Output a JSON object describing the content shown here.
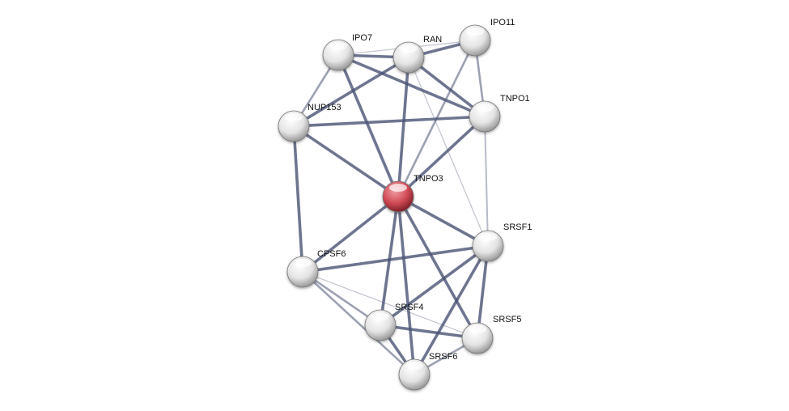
{
  "network": {
    "query_protein": "TNPO3",
    "colors": {
      "query_node": "#c9464e",
      "node": "#e6e6e6",
      "edge": "#4a5373"
    },
    "nodes": [
      {
        "id": "IPO7",
        "label": "IPO7"
      },
      {
        "id": "RAN",
        "label": "RAN"
      },
      {
        "id": "IPO11",
        "label": "IPO11"
      },
      {
        "id": "TNPO1",
        "label": "TNPO1"
      },
      {
        "id": "NUP153",
        "label": "NUP153"
      },
      {
        "id": "TNPO3",
        "label": "TNPO3"
      },
      {
        "id": "SRSF1",
        "label": "SRSF1"
      },
      {
        "id": "CPSF6",
        "label": "CPSF6"
      },
      {
        "id": "SRSF4",
        "label": "SRSF4"
      },
      {
        "id": "SRSF5",
        "label": "SRSF5"
      },
      {
        "id": "SRSF6",
        "label": "SRSF6"
      }
    ],
    "edges": [
      {
        "a": "IPO7",
        "b": "RAN",
        "strength": "high"
      },
      {
        "a": "IPO7",
        "b": "IPO11",
        "strength": "low"
      },
      {
        "a": "RAN",
        "b": "IPO11",
        "strength": "high"
      },
      {
        "a": "IPO7",
        "b": "NUP153",
        "strength": "medium"
      },
      {
        "a": "IPO7",
        "b": "TNPO1",
        "strength": "high"
      },
      {
        "a": "IPO7",
        "b": "TNPO3",
        "strength": "high"
      },
      {
        "a": "RAN",
        "b": "NUP153",
        "strength": "high"
      },
      {
        "a": "RAN",
        "b": "TNPO1",
        "strength": "high"
      },
      {
        "a": "RAN",
        "b": "TNPO3",
        "strength": "high"
      },
      {
        "a": "RAN",
        "b": "SRSF1",
        "strength": "low"
      },
      {
        "a": "IPO11",
        "b": "TNPO3",
        "strength": "medium"
      },
      {
        "a": "IPO11",
        "b": "TNPO1",
        "strength": "medium"
      },
      {
        "a": "NUP153",
        "b": "TNPO1",
        "strength": "high"
      },
      {
        "a": "NUP153",
        "b": "TNPO3",
        "strength": "high"
      },
      {
        "a": "NUP153",
        "b": "CPSF6",
        "strength": "high"
      },
      {
        "a": "TNPO1",
        "b": "TNPO3",
        "strength": "high"
      },
      {
        "a": "TNPO1",
        "b": "SRSF1",
        "strength": "medium-low"
      },
      {
        "a": "TNPO3",
        "b": "CPSF6",
        "strength": "high"
      },
      {
        "a": "TNPO3",
        "b": "SRSF1",
        "strength": "high"
      },
      {
        "a": "TNPO3",
        "b": "SRSF4",
        "strength": "high"
      },
      {
        "a": "TNPO3",
        "b": "SRSF6",
        "strength": "high"
      },
      {
        "a": "TNPO3",
        "b": "SRSF5",
        "strength": "high"
      },
      {
        "a": "CPSF6",
        "b": "SRSF1",
        "strength": "high"
      },
      {
        "a": "CPSF6",
        "b": "SRSF4",
        "strength": "medium"
      },
      {
        "a": "CPSF6",
        "b": "SRSF6",
        "strength": "medium"
      },
      {
        "a": "CPSF6",
        "b": "SRSF5",
        "strength": "low"
      },
      {
        "a": "SRSF1",
        "b": "SRSF4",
        "strength": "high"
      },
      {
        "a": "SRSF1",
        "b": "SRSF6",
        "strength": "high"
      },
      {
        "a": "SRSF1",
        "b": "SRSF5",
        "strength": "high"
      },
      {
        "a": "SRSF4",
        "b": "SRSF5",
        "strength": "high"
      },
      {
        "a": "SRSF4",
        "b": "SRSF6",
        "strength": "high"
      },
      {
        "a": "SRSF5",
        "b": "SRSF6",
        "strength": "medium"
      }
    ]
  }
}
